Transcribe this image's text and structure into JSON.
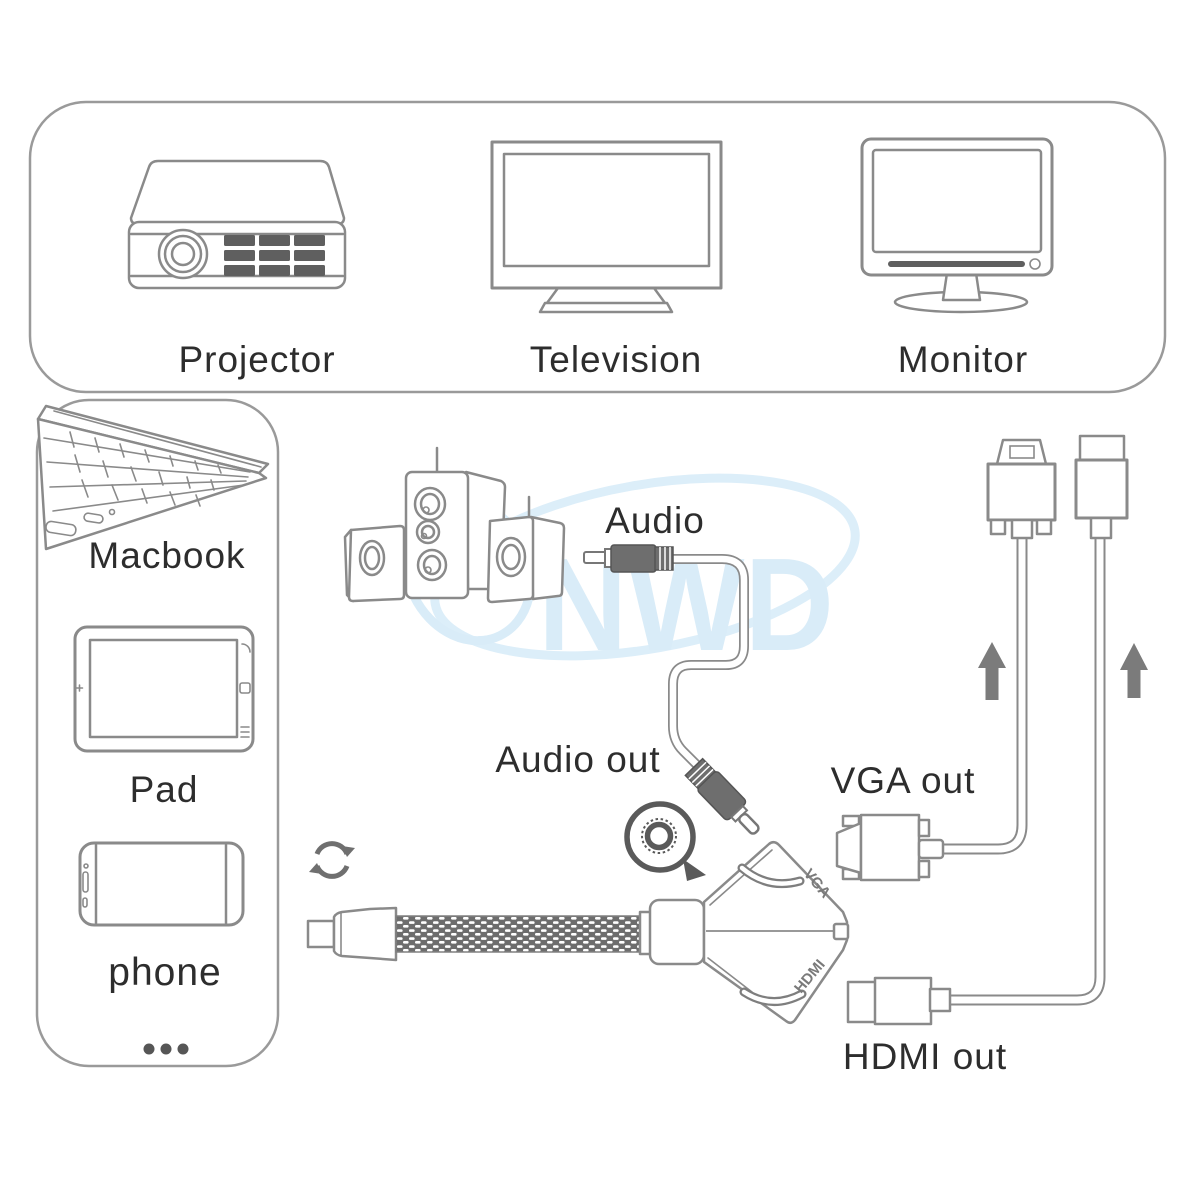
{
  "watermark": {
    "text": "NWD",
    "color": "#d9ecf8"
  },
  "output_panel": {
    "devices": [
      {
        "label": "Projector"
      },
      {
        "label": "Television"
      },
      {
        "label": "Monitor"
      }
    ]
  },
  "source_panel": {
    "devices": [
      {
        "label": "Macbook"
      },
      {
        "label": "Pad"
      },
      {
        "label": "phone"
      }
    ]
  },
  "labels": {
    "audio": "Audio",
    "audio_out": "Audio out",
    "vga_out": "VGA out",
    "hdmi_out": "HDMI out"
  },
  "adapter": {
    "vga_port_label": "VGA",
    "hdmi_port_label": "HDMI"
  },
  "colors": {
    "line": "#8a8a8a",
    "panel_line": "#9a9a9a",
    "dark_fill": "#5f5f5f",
    "plug_fill": "#6e6e6e",
    "arrow_fill": "#7b7b7b",
    "text": "#2d2d2d",
    "watermark": "#d9ecf8"
  }
}
